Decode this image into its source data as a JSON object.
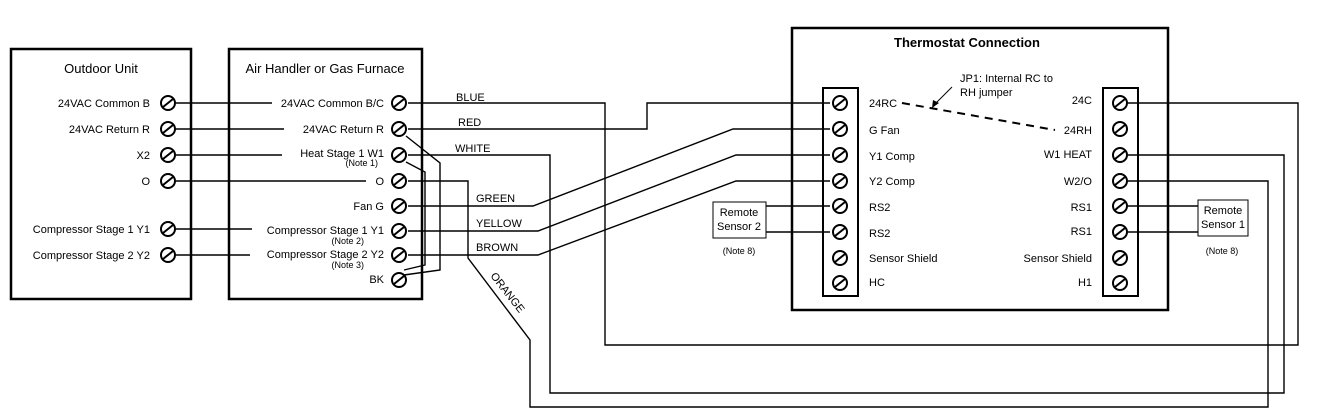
{
  "outdoor_unit": {
    "title": "Outdoor Unit",
    "terminals": [
      "24VAC Common  B",
      "24VAC  Return  R",
      "X2",
      "O",
      "Compressor Stage 1  Y1",
      "Compressor Stage 2  Y2"
    ]
  },
  "air_handler": {
    "title": "Air Handler or Gas Furnace",
    "terminals": [
      "24VAC Common  B/C",
      "24VAC  Return  R",
      "Heat Stage 1  W1",
      "O",
      "Fan  G",
      "Compressor Stage 1  Y1",
      "Compressor Stage 2  Y2",
      "BK"
    ],
    "notes": [
      "(Note 1)",
      "(Note 2)",
      "(Note 3)"
    ]
  },
  "wires": {
    "blue": "BLUE",
    "red": "RED",
    "white": "WHITE",
    "green": "GREEN",
    "yellow": "YELLOW",
    "brown": "BROWN",
    "orange": "ORANGE"
  },
  "thermostat": {
    "title": "Thermostat Connection",
    "jumper_note_line1": "JP1: Internal RC to",
    "jumper_note_line2": "RH jumper",
    "left_terminals": [
      "24RC",
      "G Fan",
      "Y1 Comp",
      "Y2 Comp",
      "RS2",
      "RS2",
      "Sensor Shield",
      "HC"
    ],
    "right_terminals": [
      "24C",
      "24RH",
      "W1 HEAT",
      "W2/O",
      "RS1",
      "RS1",
      "Sensor Shield",
      "H1"
    ]
  },
  "remote_sensor_2": {
    "line1": "Remote",
    "line2": "Sensor 2",
    "note": "(Note 8)"
  },
  "remote_sensor_1": {
    "line1": "Remote",
    "line2": "Sensor 1",
    "note": "(Note 8)"
  }
}
